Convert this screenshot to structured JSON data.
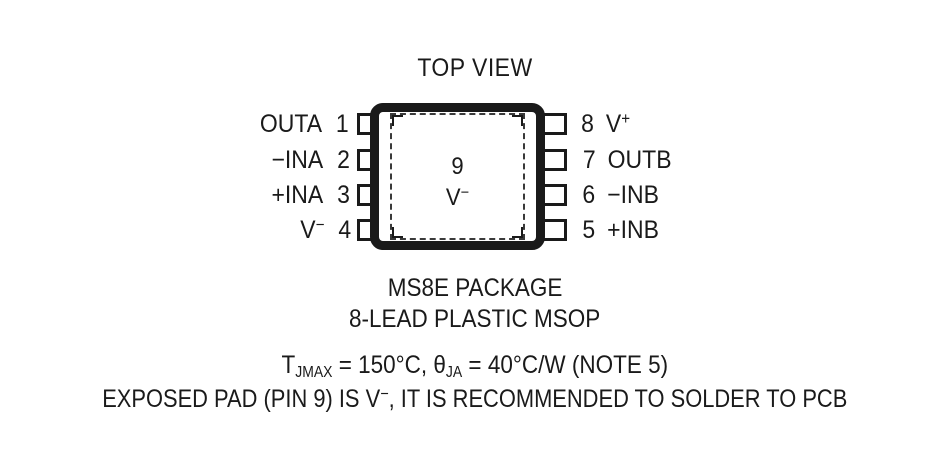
{
  "diagram": {
    "title": "TOP VIEW",
    "package_body": {
      "exposed_pad_number": "9",
      "exposed_pad_label_text": "V",
      "exposed_pad_label_sup": "−"
    },
    "pins_left": [
      {
        "number": "1",
        "name": "OUTA",
        "sup": ""
      },
      {
        "number": "2",
        "name": "−INA",
        "sup": ""
      },
      {
        "number": "3",
        "name": "+INA",
        "sup": ""
      },
      {
        "number": "4",
        "name": "V",
        "sup": "−"
      }
    ],
    "pins_right": [
      {
        "number": "8",
        "name": "V",
        "sup": "+"
      },
      {
        "number": "7",
        "name": "OUTB",
        "sup": ""
      },
      {
        "number": "6",
        "name": "−INB",
        "sup": ""
      },
      {
        "number": "5",
        "name": "+INB",
        "sup": ""
      }
    ]
  },
  "captions": {
    "package_name": "MS8E PACKAGE",
    "lead_count": "8-LEAD PLASTIC MSOP",
    "thermal": {
      "tjmax_symbol": "T",
      "tjmax_sub": "JMAX",
      "tjmax_value": " = 150°C, ",
      "theta_symbol": "θ",
      "theta_sub": "JA",
      "theta_value": " = 40°C/W (NOTE 5)"
    },
    "note_part1": "EXPOSED PAD (PIN 9) IS V",
    "note_sup": "−",
    "note_part2": ", IT IS RECOMMENDED TO SOLDER TO PCB"
  },
  "colors": {
    "ink": "#1a1a1a",
    "background": "#ffffff",
    "dashed_pad": "#3a3a3a"
  }
}
